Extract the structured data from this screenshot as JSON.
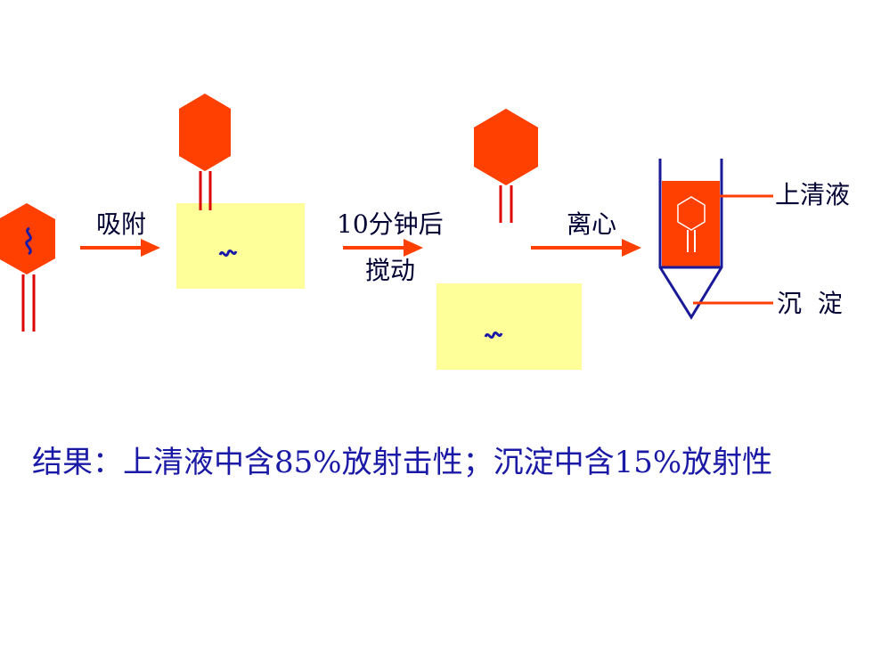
{
  "labels": {
    "adsorb": "吸附",
    "time": "10分钟后",
    "stir": "搅动",
    "centrifuge": "离心",
    "supernatant": "上清液",
    "sediment": "沉  淀"
  },
  "result": "结果：上清液中含85%放射击性；沉淀中含15%放射性",
  "colors": {
    "phage_fill": "#ff4000",
    "arrow": "#ff4000",
    "tail": "#dd0000",
    "bacterium": "#ffff99",
    "dna": "#1a1aa6",
    "tube_outline": "#1a1a99",
    "text": "#000033",
    "result_text": "#1a1aa6"
  }
}
